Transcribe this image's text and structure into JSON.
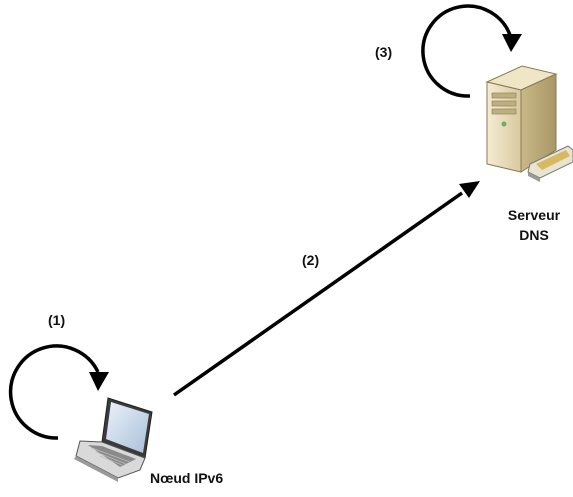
{
  "steps": {
    "step1": "(1)",
    "step2": "(2)",
    "step3": "(3)"
  },
  "nodes": {
    "client": {
      "label": "Nœud IPv6",
      "icon": "laptop-icon"
    },
    "server": {
      "label_line1": "Serveur",
      "label_line2": "DNS",
      "icon": "server-icon"
    }
  },
  "colors": {
    "stroke": "#000000",
    "background": "#ffffff"
  }
}
